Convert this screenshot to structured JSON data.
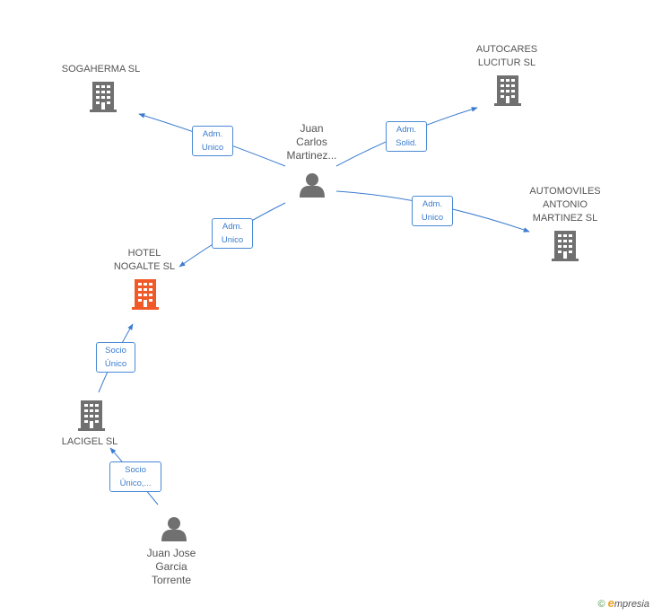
{
  "colors": {
    "edge": "#3b7ccf",
    "building": "#707070",
    "building_highlight": "#f05a28",
    "person": "#707070"
  },
  "nodes": {
    "sogaherma": {
      "label": "SOGAHERMA SL",
      "icon": "building-icon"
    },
    "autocares": {
      "label": "AUTOCARES\nLUCITUR  SL",
      "icon": "building-icon"
    },
    "automoviles": {
      "label": "AUTOMOVILES\nANTONIO\nMARTINEZ SL",
      "icon": "building-icon"
    },
    "hotel": {
      "label": "HOTEL\nNOGALTE SL",
      "icon": "building-icon"
    },
    "lacigel": {
      "label": "LACIGEL SL",
      "icon": "building-icon"
    },
    "juan_carlos": {
      "label": "Juan\nCarlos\nMartinez...",
      "icon": "person-icon"
    },
    "juan_jose": {
      "label": "Juan Jose\nGarcia\nTorrente",
      "icon": "person-icon"
    }
  },
  "edges": {
    "jc_sogaherma": {
      "label": "Adm.\nUnico"
    },
    "jc_autocares": {
      "label": "Adm.\nSolid."
    },
    "jc_automoviles": {
      "label": "Adm.\nUnico"
    },
    "jc_hotel": {
      "label": "Adm.\nUnico"
    },
    "lacigel_hotel": {
      "label": "Socio\nÚnico"
    },
    "jj_lacigel": {
      "label": "Socio\nÚnico,..."
    }
  },
  "footer": {
    "copyright": "©",
    "brand_initial": "e",
    "brand_rest": "mpresia"
  }
}
